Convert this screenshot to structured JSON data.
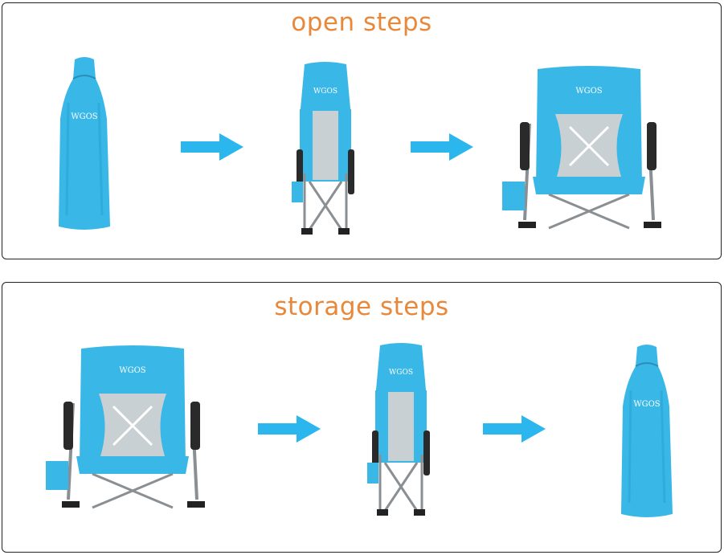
{
  "panels": {
    "open": {
      "title": "open steps"
    },
    "storage": {
      "title": "storage steps"
    }
  },
  "brand": "WGOS",
  "colors": {
    "title": "#e8883a",
    "chair_fabric": "#39b8e8",
    "arrow": "#2bb7ee",
    "mesh": "#c9d0d3",
    "frame": "#8a8f93",
    "armrest": "#2a2a2a"
  },
  "icons": {
    "bag": "carry-bag",
    "folded": "folded-chair",
    "open": "open-chair",
    "arrow": "right-arrow"
  }
}
